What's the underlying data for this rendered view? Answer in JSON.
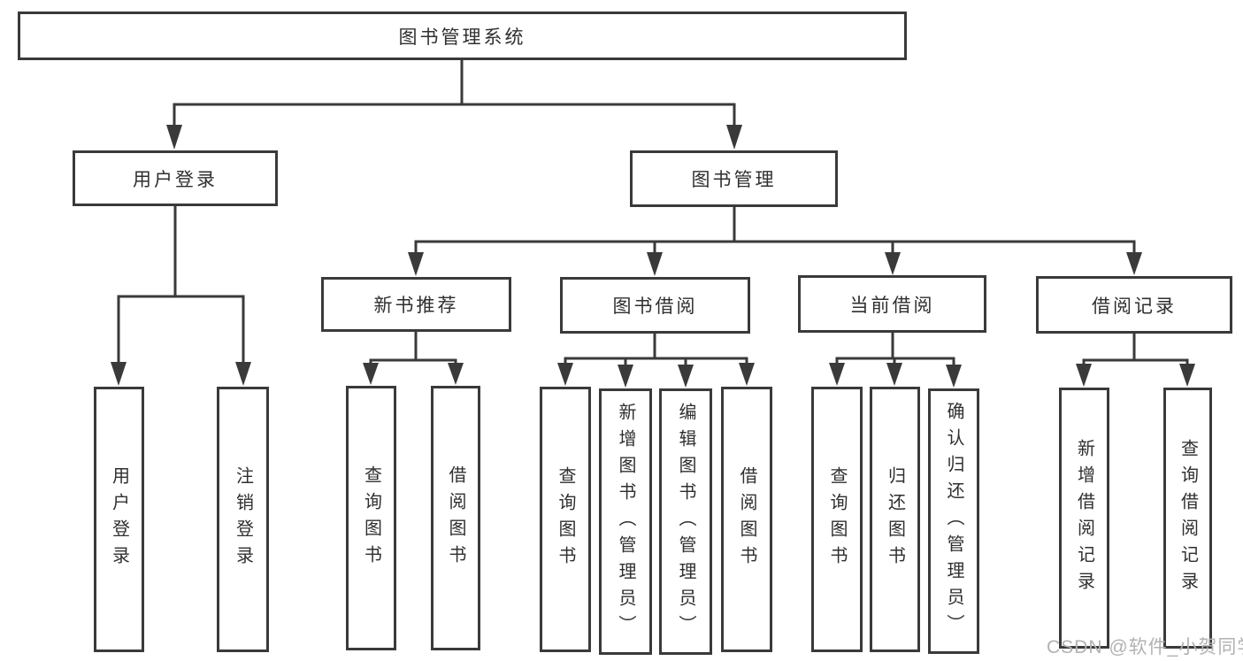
{
  "nodes": {
    "root": {
      "label": "图书管理系统"
    },
    "user_login": {
      "label": "用户登录"
    },
    "book_mgmt": {
      "label": "图书管理"
    },
    "new_books": {
      "label": "新书推荐"
    },
    "book_borrow": {
      "label": "图书借阅"
    },
    "current_borrow": {
      "label": "当前借阅"
    },
    "borrow_records": {
      "label": "借阅记录"
    },
    "leaf_user_login": {
      "label": "用户登录"
    },
    "leaf_logout": {
      "label": "注销登录"
    },
    "leaf_nb_query": {
      "label": "查询图书"
    },
    "leaf_nb_borrow": {
      "label": "借阅图书"
    },
    "leaf_bb_query": {
      "label": "查询图书"
    },
    "leaf_bb_add": {
      "label": "新增图书（管理员）"
    },
    "leaf_bb_edit": {
      "label": "编辑图书（管理员）"
    },
    "leaf_bb_borrow": {
      "label": "借阅图书"
    },
    "leaf_cb_query": {
      "label": "查询图书"
    },
    "leaf_cb_return": {
      "label": "归还图书"
    },
    "leaf_cb_confirm": {
      "label": "确认归还（管理员）"
    },
    "leaf_br_add": {
      "label": "新增借阅记录"
    },
    "leaf_br_query": {
      "label": "查询借阅记录"
    }
  },
  "watermark": {
    "text": "CSDN @软件_小贺同学"
  },
  "colors": {
    "line": "#3a3a3a",
    "text": "#2f2f2f",
    "watermark": "#b3b1b1",
    "background": "#ffffff"
  }
}
